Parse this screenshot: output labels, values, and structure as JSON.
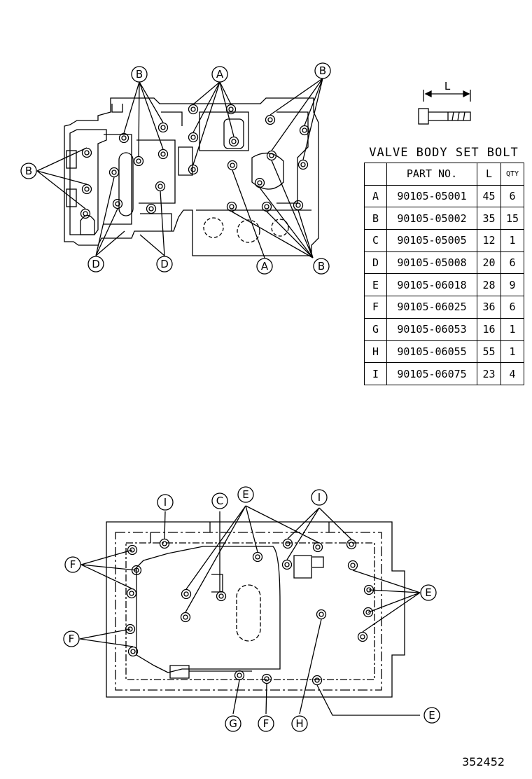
{
  "table": {
    "title": "VALVE BODY SET BOLT",
    "headers": [
      "",
      "PART NO.",
      "L",
      "QTY"
    ],
    "rows": [
      {
        "key": "A",
        "part": "90105-05001",
        "l": "45",
        "qty": "6"
      },
      {
        "key": "B",
        "part": "90105-05002",
        "l": "35",
        "qty": "15"
      },
      {
        "key": "C",
        "part": "90105-05005",
        "l": "12",
        "qty": "1"
      },
      {
        "key": "D",
        "part": "90105-05008",
        "l": "20",
        "qty": "6"
      },
      {
        "key": "E",
        "part": "90105-06018",
        "l": "28",
        "qty": "9"
      },
      {
        "key": "F",
        "part": "90105-06025",
        "l": "36",
        "qty": "6"
      },
      {
        "key": "G",
        "part": "90105-06053",
        "l": "16",
        "qty": "1"
      },
      {
        "key": "H",
        "part": "90105-06055",
        "l": "55",
        "qty": "1"
      },
      {
        "key": "I",
        "part": "90105-06075",
        "l": "23",
        "qty": "4"
      }
    ]
  },
  "bolt_icon": {
    "dimension_label": "L"
  },
  "callouts": {
    "top": [
      "B",
      "A",
      "B",
      "B",
      "D",
      "D",
      "A",
      "B"
    ],
    "bottom": [
      "I",
      "C",
      "E",
      "I",
      "F",
      "F",
      "E",
      "G",
      "F",
      "H",
      "E"
    ]
  },
  "figure_number": "352452"
}
